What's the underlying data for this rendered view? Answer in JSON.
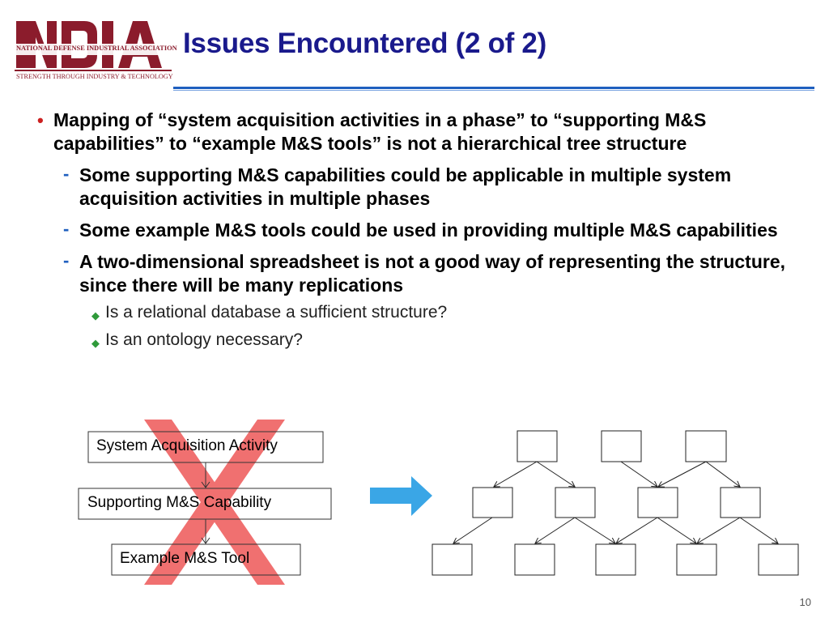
{
  "logo": {
    "letters": "NDIA",
    "org_name": "NATIONAL DEFENSE INDUSTRIAL ASSOCIATION",
    "tagline": "STRENGTH THROUGH INDUSTRY & TECHNOLOGY",
    "color": "#8b1c2c"
  },
  "slide": {
    "title": "Issues Encountered (2 of 2)",
    "page_number": "10"
  },
  "bullets": {
    "main": "Mapping of “system acquisition activities in a phase” to “supporting M&S capabilities” to “example M&S tools” is not a hierarchical tree structure",
    "sub": [
      "Some supporting M&S capabilities could be applicable in multiple system acquisition activities in multiple phases",
      "Some example M&S tools could be used in providing multiple M&S capabilities",
      "A two-dimensional spreadsheet is not a good way of representing the structure, since there will be many replications"
    ],
    "subsub": [
      "Is a relational database a sufficient structure?",
      "Is an ontology necessary?"
    ]
  },
  "hierarchy": {
    "boxes": [
      "System Acquisition Activity",
      "Supporting M&S Capability",
      "Example M&S Tool"
    ]
  },
  "colors": {
    "title": "#1a1a8c",
    "accent_blue": "#1f5fbf",
    "cross_red": "#f07070",
    "arrow_blue": "#3aa6e6",
    "bullet_red": "#cc2020",
    "diamond_green": "#2f9a3a"
  }
}
